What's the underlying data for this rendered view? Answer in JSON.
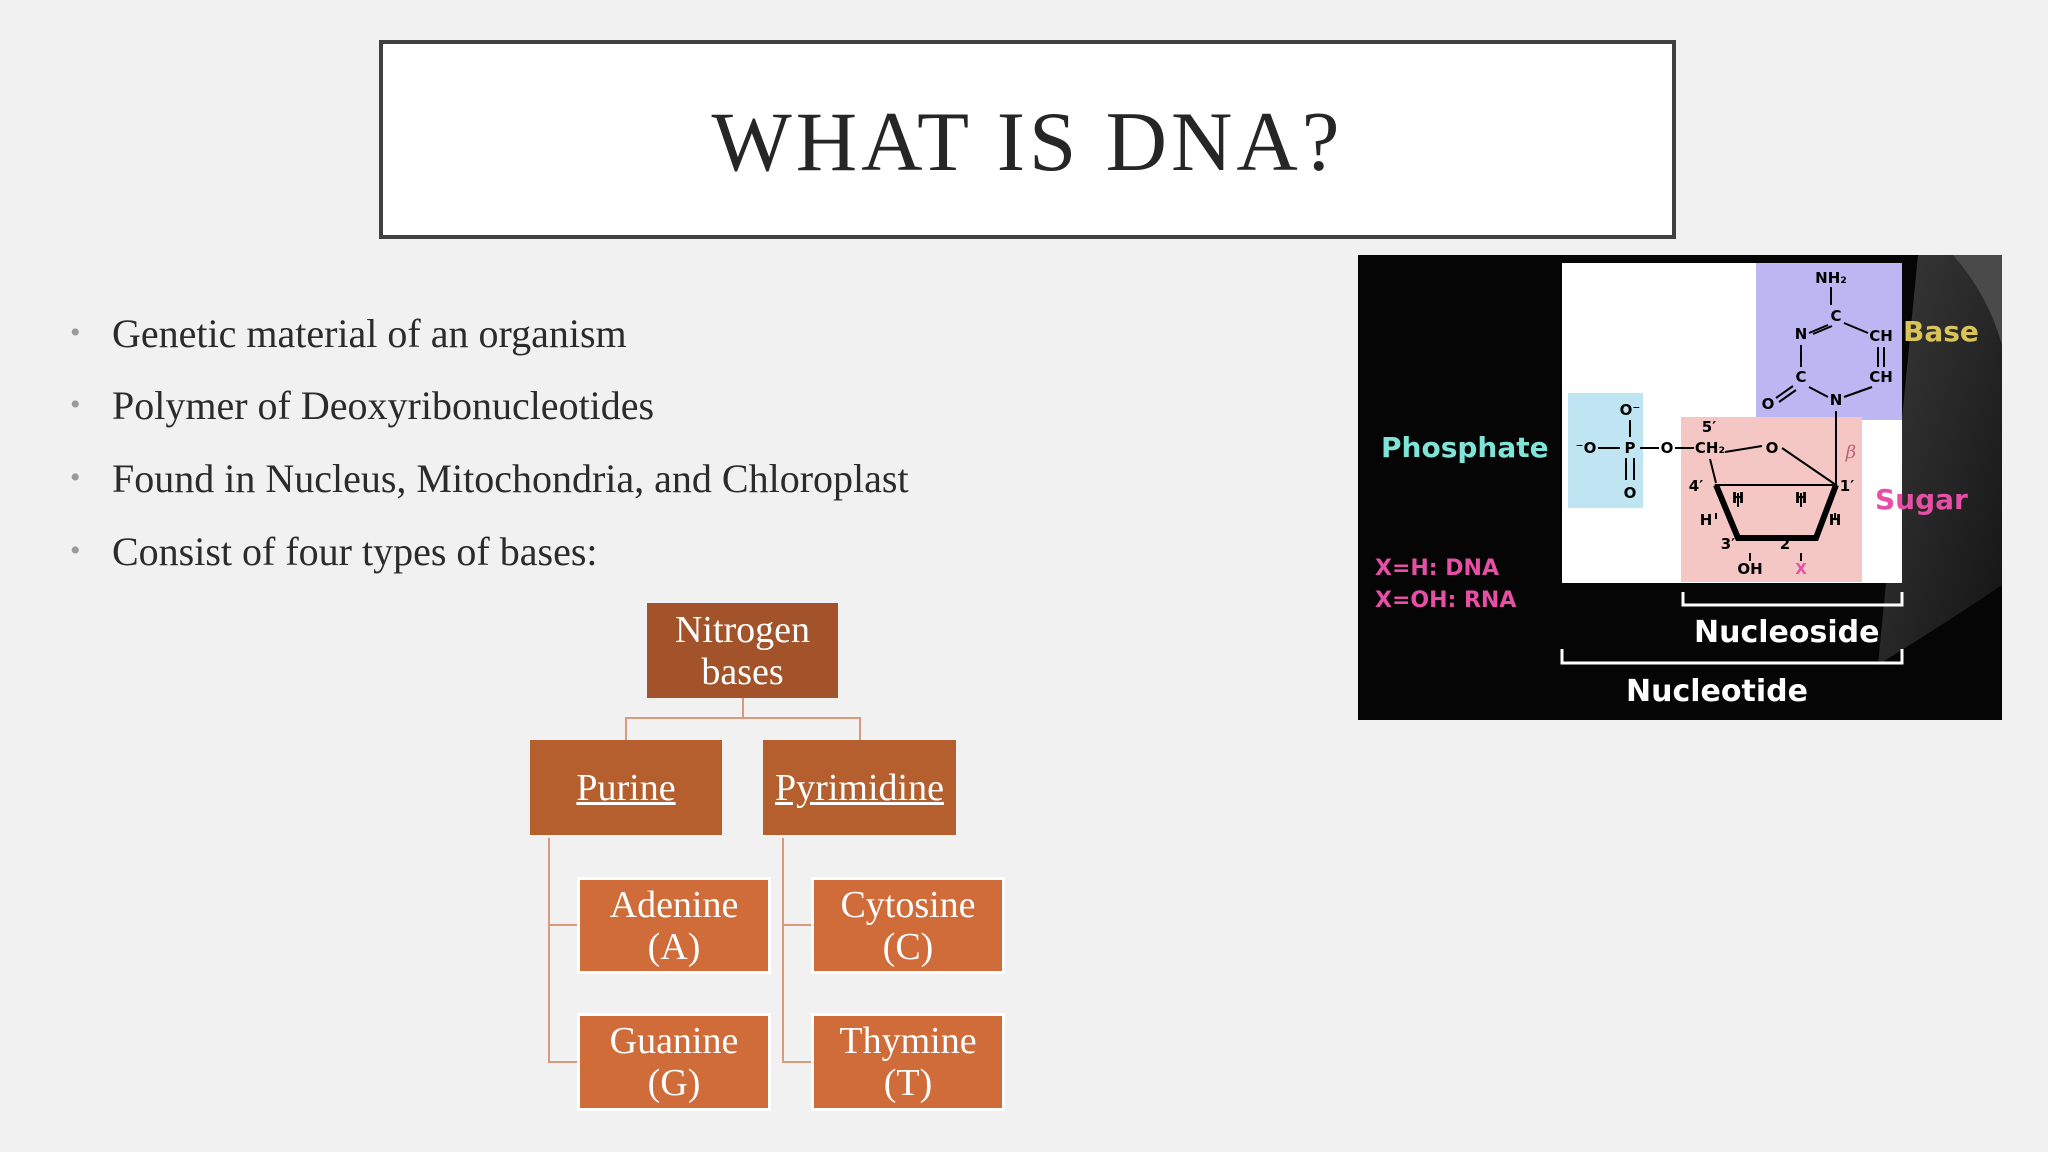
{
  "slide": {
    "title": "WHAT IS DNA?",
    "bullets": [
      "Genetic material of an organism",
      "Polymer of Deoxyribonucleotides",
      "Found in Nucleus, Mitochondria, and Chloroplast",
      "Consist of four types of bases:"
    ],
    "bullet_glyph": "•"
  },
  "hierarchy": {
    "root": [
      "Nitrogen",
      "bases"
    ],
    "purine": "Purine",
    "pyrimidine": "Pyrimidine",
    "adenine": [
      "Adenine",
      "(A)"
    ],
    "guanine": [
      "Guanine",
      "(G)"
    ],
    "cytosine": [
      "Cytosine",
      "(C)"
    ],
    "thymine": [
      "Thymine",
      "(T)"
    ]
  },
  "nucleotide_figure": {
    "base_label": "Base",
    "phosphate_label": "Phosphate",
    "sugar_label": "Sugar",
    "nucleoside_label": "Nucleoside",
    "nucleotide_label": "Nucleotide",
    "dna_prefix": "X=H:",
    "dna_suffix": "DNA",
    "rna_prefix": "X=OH:",
    "rna_suffix": "RNA",
    "nh2": "NH₂",
    "n1": "N",
    "n2": "N",
    "c1": "C",
    "c2": "C",
    "ch1": "CH",
    "ch2": "CH",
    "o_base": "O",
    "o_minus": "O⁻",
    "o_left": "⁻O",
    "p": "P",
    "o_mid": "O",
    "o_bottom": "O",
    "ch2_sugar": "CH₂",
    "o_ring": "O",
    "five_prime": "5′",
    "four_prime": "4′",
    "three_prime": "3′",
    "two_prime": "2′",
    "one_prime": "1′",
    "beta": "β",
    "h1": "H",
    "h2": "H",
    "h3": "H",
    "h4": "H",
    "oh": "OH",
    "x": "X",
    "colors": {
      "phosphate": "#7fe3d8",
      "base": "#d9c45a",
      "sugar": "#e64fa5",
      "base_box": "#bcb6f2",
      "phosphate_box": "#bfe5f2",
      "sugar_box": "#f4c7c4",
      "text_white": "#ffffff"
    }
  },
  "theme": {
    "root_fill": "#a2532a",
    "branch_fill": "#b55e2e",
    "leaf_fill": "#cf6c3a",
    "connector": "#d99a7c"
  }
}
